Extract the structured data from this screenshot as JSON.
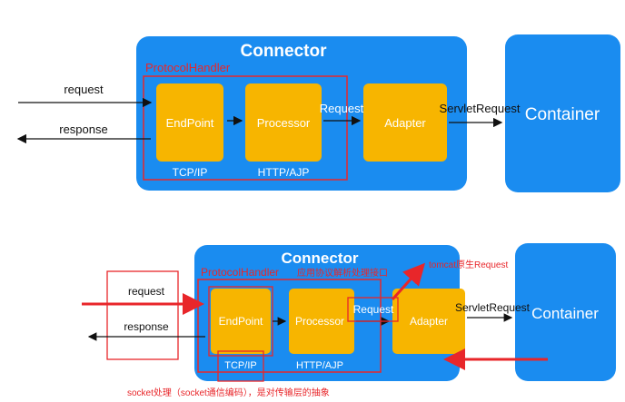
{
  "diagram_top": {
    "connector_title": "Connector",
    "protocol_handler": "ProtocolHandler",
    "endpoint": "EndPoint",
    "processor": "Processor",
    "adapter": "Adapter",
    "container": "Container",
    "request": "request",
    "response": "response",
    "request_arrow": "Request",
    "servlet_request": "ServletRequest",
    "tcp": "TCP/IP",
    "http": "HTTP/AJP"
  },
  "diagram_bottom": {
    "connector_title": "Connector",
    "protocol_handler": "ProtocolHandler",
    "protocol_note": "应用协议解析处理接口",
    "endpoint": "EndPoint",
    "processor": "Processor",
    "adapter": "Adapter",
    "container": "Container",
    "request": "request",
    "response": "response",
    "request_arrow": "Request",
    "servlet_request": "ServletRequest",
    "tcp": "TCP/IP",
    "http": "HTTP/AJP",
    "tomcat_note": "tomcat原生Request",
    "socket_note": "socket处理（socket通信编码），是对传输层的抽象"
  },
  "colors": {
    "blue": "#1a8cf0",
    "orange": "#f7b500",
    "red": "#e8262a"
  }
}
